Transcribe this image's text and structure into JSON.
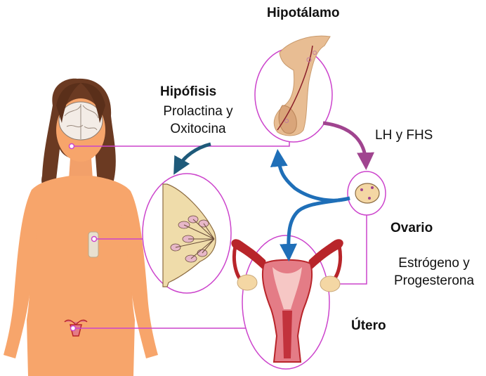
{
  "labels": {
    "hypothalamus": "Hipotálamo",
    "pituitary": "Hipófisis",
    "pituitary_hormones": [
      "Prolactina y",
      "Oxitocina"
    ],
    "gonadotropins": "LH y FHS",
    "ovary": "Ovario",
    "ovarian_hormones": [
      "Estrógeno y",
      "Progesterona"
    ],
    "uterus": "Útero"
  },
  "colors": {
    "connector_lines": "#cc44cc",
    "arrow_purple": "#a0448f",
    "arrow_blue": "#1f6fb8",
    "arrow_teal": "#1e5a7a",
    "skin": "#f7a56b",
    "hair": "#6b3a22",
    "uterus_red": "#b8252a",
    "uterus_pink": "#e47c86"
  }
}
